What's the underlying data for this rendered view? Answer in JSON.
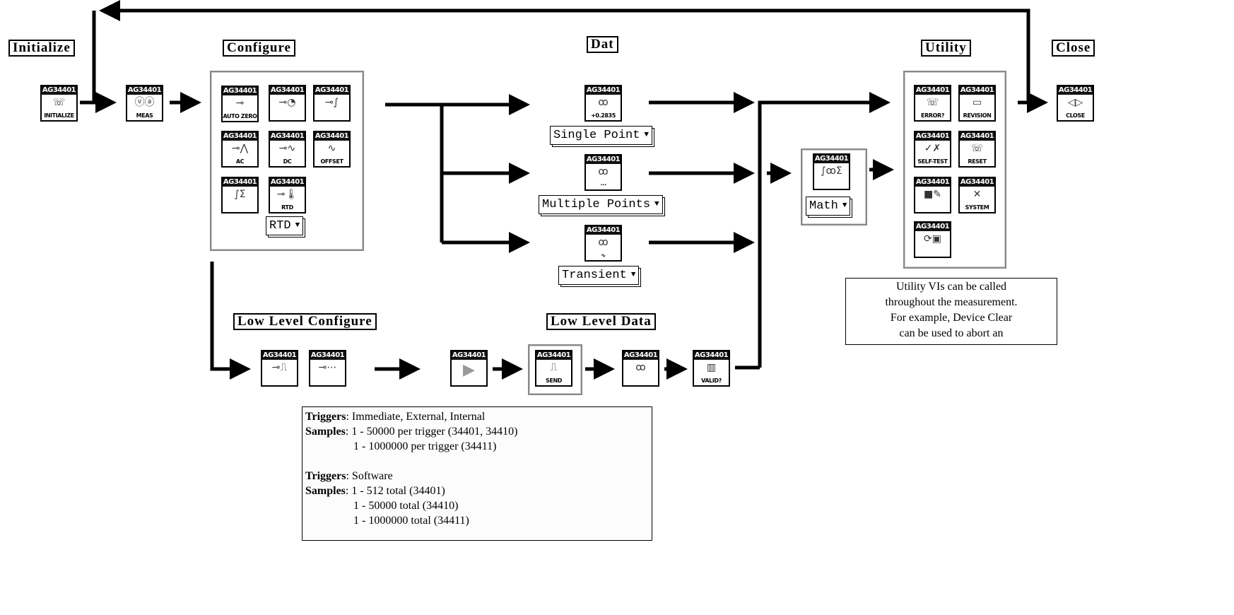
{
  "sections": {
    "initialize": "Initialize",
    "configure": "Configure",
    "data": "Dat",
    "utility": "Utility",
    "close": "Close",
    "low_level_configure": "Low Level Configure",
    "low_level_data": "Low Level Data"
  },
  "icon_header": "AG34401",
  "icons": {
    "initialize": {
      "glyph": "☏",
      "caption": "INITIALIZE"
    },
    "meas": {
      "glyph": "ⓥⓐ",
      "caption": "MEAS"
    },
    "auto_zero": {
      "glyph": "⊸",
      "caption": "AUTO ZERO"
    },
    "config_filter": {
      "glyph": "⊸◔",
      "caption": ""
    },
    "config_integrate": {
      "glyph": "⊸∫",
      "caption": ""
    },
    "config_ac": {
      "glyph": "⊸⋀",
      "caption": "AC"
    },
    "config_dc": {
      "glyph": "⊸∿",
      "caption": "DC"
    },
    "offset": {
      "glyph": "∿",
      "caption": "OFFSET"
    },
    "config_math": {
      "glyph": "∫Σ",
      "caption": ""
    },
    "rtd": {
      "glyph": "⊸🌡",
      "caption": "RTD"
    },
    "single_point": {
      "glyph": "ꝏ",
      "caption": "+0.2835"
    },
    "multiple_points": {
      "glyph": "ꝏ",
      "caption": "⋯"
    },
    "transient": {
      "glyph": "ꝏ",
      "caption": "∿"
    },
    "math": {
      "glyph": "∫ꝏΣ",
      "caption": ""
    },
    "error": {
      "glyph": "☏",
      "caption": "ERROR?"
    },
    "revision": {
      "glyph": "▭",
      "caption": "REVISION"
    },
    "self_test": {
      "glyph": "✓✗",
      "caption": "SELF-TEST"
    },
    "reset": {
      "glyph": "☏",
      "caption": "RESET"
    },
    "device_clear": {
      "glyph": "■✎",
      "caption": ""
    },
    "system": {
      "glyph": "✕",
      "caption": "SYSTEM"
    },
    "save_recall": {
      "glyph": "⟳▣",
      "caption": ""
    },
    "close": {
      "glyph": "◁▷",
      "caption": "CLOSE"
    },
    "ll_trigger": {
      "glyph": "⊸⎍",
      "caption": ""
    },
    "ll_samples": {
      "glyph": "⊸⋯",
      "caption": ""
    },
    "ll_initiate": {
      "glyph": "▶",
      "caption": ""
    },
    "ll_send_trigger": {
      "glyph": "⎍",
      "caption": "SEND"
    },
    "ll_fetch": {
      "glyph": "ꝏ",
      "caption": ""
    },
    "ll_validate": {
      "glyph": "▥",
      "caption": "VALID?"
    }
  },
  "dropdowns": {
    "configure": "RTD",
    "single_point": "Single Point",
    "multiple_points": "Multiple Points",
    "transient": "Transient",
    "math": "Math"
  },
  "utility_note": [
    "Utility VIs can be called",
    "throughout the measurement.",
    "For example, Device Clear",
    "can be used to abort an"
  ],
  "trigger_note": {
    "triggers_label": "Triggers",
    "samples_label": "Samples",
    "block1_triggers": ": Immediate, External, Internal",
    "block1_samples": ": 1 - 50000 per trigger (34401, 34410)",
    "block1_samples_2": "                 1 - 1000000 per trigger (34411)",
    "block2_triggers": ": Software",
    "block2_samples": ": 1 - 512 total (34401)",
    "block2_samples_2": "                 1 - 50000 total (34410)",
    "block2_samples_3": "                 1 - 1000000 total (34411)"
  }
}
